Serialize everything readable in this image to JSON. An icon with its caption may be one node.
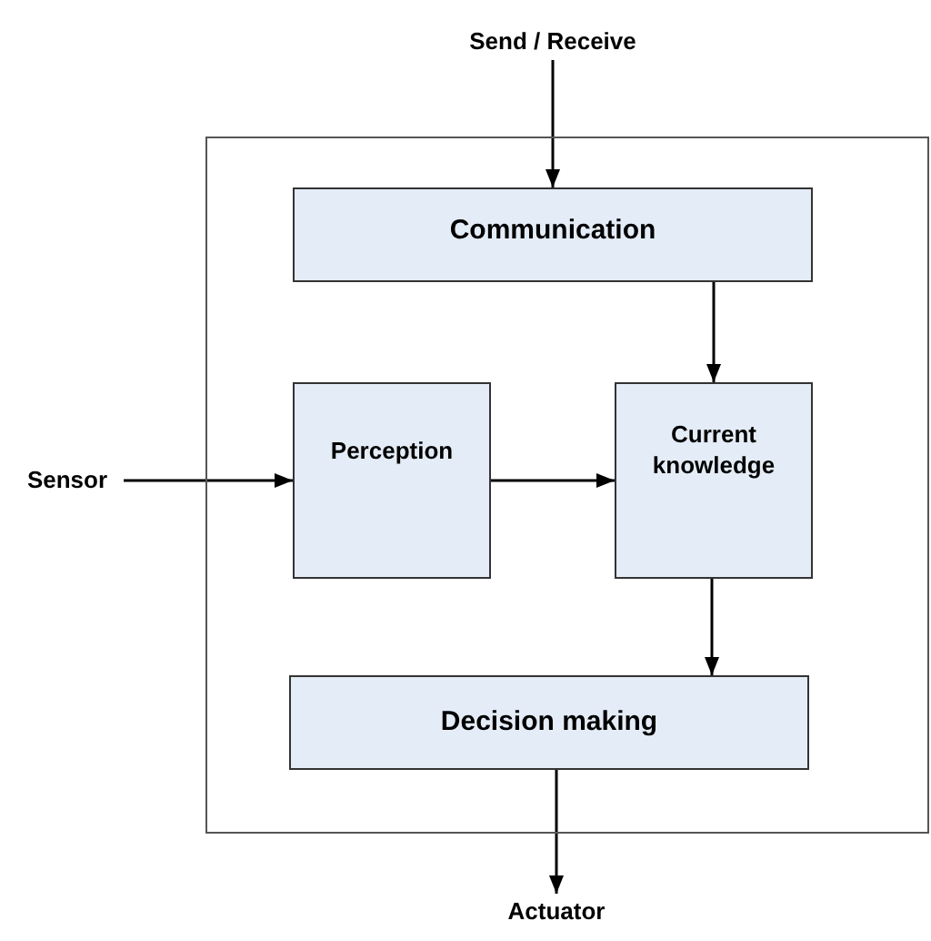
{
  "diagram": {
    "nodes": [
      {
        "text": [
          "Send / Receive"
        ]
      },
      {
        "text": [],
        "shape": "box"
      },
      {
        "text": [
          "Communication"
        ],
        "in": 1
      },
      {
        "text": [
          "Sensor"
        ]
      },
      {
        "text": [
          "Perception"
        ],
        "in": 1
      },
      {
        "text": [
          "Current knowledge"
        ],
        "in": 1
      },
      {
        "text": [
          "Decision making"
        ],
        "in": 1
      },
      {
        "text": [
          "Actuator"
        ]
      }
    ],
    "edges": [
      {
        "from": 0,
        "to": 2,
        "arrow": "to"
      },
      {
        "from": 2,
        "to": 5,
        "arrow": "to"
      },
      {
        "from": 3,
        "to": 4,
        "arrow": "to"
      },
      {
        "from": 4,
        "to": 5,
        "arrow": "to"
      },
      {
        "from": 5,
        "to": 6,
        "arrow": "to"
      },
      {
        "from": 6,
        "to": 7,
        "arrow": "to"
      }
    ]
  }
}
